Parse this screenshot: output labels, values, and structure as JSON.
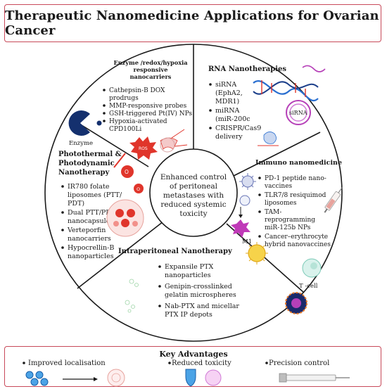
{
  "title": "Therapeutic Nanomedicine Applications for Ovarian Cancer",
  "center": {
    "lines": [
      "Enhanced control",
      "of peritoneal",
      "metastases with",
      "reduced systemic",
      "toxicity"
    ]
  },
  "sectors": {
    "enzyme": {
      "heading": [
        "Enzyme /redox/hypoxia",
        "responsive",
        "nanocarriers"
      ],
      "items": [
        "Cathepsin-B DOX",
        "prodrugs",
        "MMP-responsive probes",
        "GSH-triggered Pt(IV) NPs",
        "Hypoxia-activated",
        "CPD100Li"
      ],
      "labels": {
        "enzyme": "Enzyme",
        "ros": "ROS"
      }
    },
    "rna": {
      "heading": "RNA Nanotherapies",
      "items": [
        "siRNA",
        "(EphA2,",
        "MDR1)",
        "miRNA",
        "(miR-200c",
        "CRISPR/Cas9",
        "delivery"
      ],
      "labels": {
        "sirna": "siRNA"
      }
    },
    "photo": {
      "heading": [
        "Photothermal &",
        "Photodynamic",
        "Nanotherapy"
      ],
      "items": [
        "IR780 folate",
        "liposomes (PTT/",
        "PDT)",
        "Dual PTT/PDT",
        "nanocapsules",
        "Verteporfin",
        "nanocarriers",
        "Hypocrellin-B",
        "nanoparticles"
      ],
      "labels": {
        "o2a": "O",
        "o2b": "O"
      }
    },
    "immuno": {
      "heading": "Immuno nanomedicine",
      "items": [
        "PD-1 peptide nano-",
        "vaccines",
        "TLR7/8 resiquimod",
        "liposomes",
        "TAM-",
        "reprogramming",
        "miR-125b NPs",
        "Cancer–erythrocyte",
        "hybrid nanovaccines"
      ],
      "labels": {
        "m1": "M1",
        "tcell": "T -cell"
      }
    },
    "ip": {
      "heading": "Intraperitoneal Nanotherapy",
      "items": [
        "Expansile PTX",
        "nanoparticles",
        "Genipin-crosslinked",
        "gelatin microspheres",
        "Nab-PTX and micellar",
        "PTX IP depots"
      ]
    }
  },
  "advantages": {
    "heading": "Key Advantages",
    "items": [
      "Improved localisation",
      "Reduced toxicity",
      "Precision control"
    ]
  },
  "colors": {
    "frame": "#c84a5a",
    "pacman": "#14306e",
    "red": "#e0352b",
    "blue": "#2a6fd0",
    "purple": "#b640b8"
  }
}
